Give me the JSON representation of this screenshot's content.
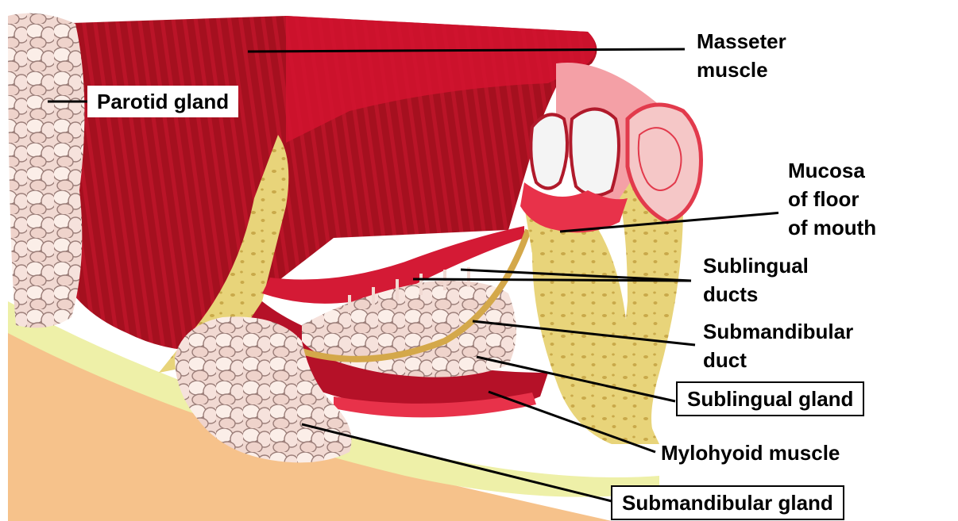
{
  "labels": {
    "masseter": "Masseter\nmuscle",
    "parotid": "Parotid gland",
    "mucosa": "Mucosa\nof floor\nof mouth",
    "sublingual_ducts": "Sublingual\nducts",
    "submandibular_duct": "Submandibular\nduct",
    "sublingual_gland": "Sublingual gland",
    "mylohyoid": "Mylohyoid muscle",
    "submandibular_gland": "Submandibular gland"
  },
  "colors": {
    "muscle_dark": "#8e0f1c",
    "muscle": "#c8102e",
    "mucosa": "#e8324a",
    "bone": "#e8d47a",
    "skin": "#f6c28b",
    "gland": "#f1d9d2",
    "tooth": "#f4f4f4",
    "duct": "#d4a84a"
  }
}
